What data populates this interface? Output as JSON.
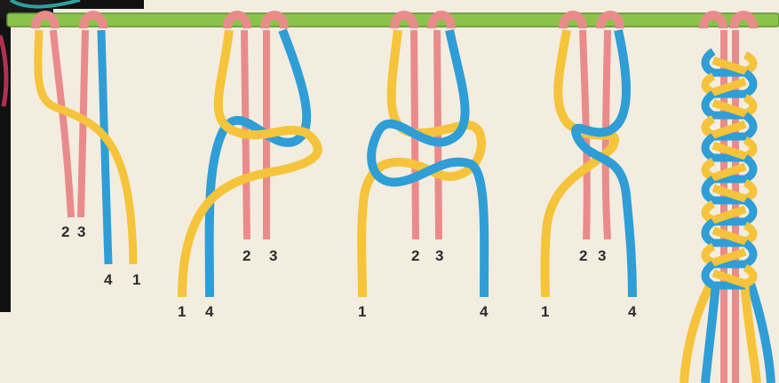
{
  "colors": {
    "background": "#f3ede0",
    "bar": "#8bc34a",
    "knot": "#ea8b8b",
    "cord_yellow": "#f5c43a",
    "cord_pink": "#ea8b8b",
    "cord_blue": "#2f9ed6",
    "corner_dark": "#111111"
  },
  "steps": [
    {
      "labels": [
        "2",
        "3",
        "4",
        "1"
      ]
    },
    {
      "labels": [
        "2",
        "3",
        "1",
        "4"
      ]
    },
    {
      "labels": [
        "2",
        "3",
        "1",
        "4"
      ]
    },
    {
      "labels": [
        "2",
        "3",
        "1",
        "4"
      ]
    },
    {
      "labels": []
    }
  ]
}
